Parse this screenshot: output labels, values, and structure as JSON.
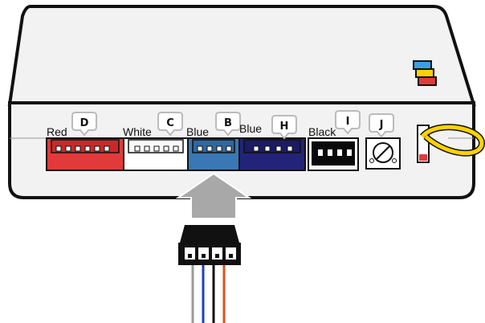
{
  "connectors": [
    {
      "letter": "D",
      "color_label": "Red",
      "fill": "#e23a3a"
    },
    {
      "letter": "C",
      "color_label": "White",
      "fill": "#ffffff"
    },
    {
      "letter": "B",
      "color_label": "Blue",
      "fill": "#3a78b4"
    },
    {
      "letter": "H",
      "color_label": "Blue",
      "fill": "#23237a"
    },
    {
      "letter": "I",
      "color_label": "Black",
      "fill": "#0a0a0a"
    },
    {
      "letter": "J",
      "color_label": "",
      "fill": "#ffffff"
    }
  ],
  "colors": {
    "housing_fill": "#f2f2f2",
    "outline": "#111111",
    "arrow_fill": "#a8a8a8",
    "antenna_loop": "#ffd200",
    "led_stack": [
      "#3aa0e6",
      "#ffd200",
      "#e23a3a"
    ],
    "wires": [
      "#9a9a9a",
      "#1f3fbf",
      "#111111",
      "#e25020"
    ]
  },
  "icons": {
    "arrow": "up-arrow-icon",
    "plug": "harness-plug-icon",
    "potentiometer": "potentiometer-icon",
    "antenna": "antenna-loop-icon"
  }
}
